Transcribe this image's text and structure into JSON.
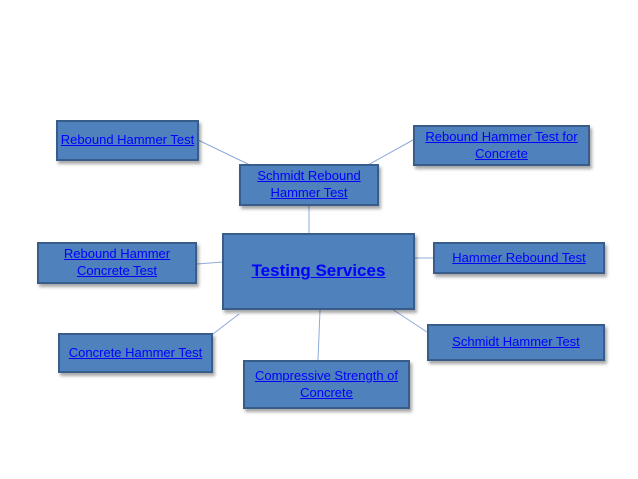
{
  "diagram": {
    "center": {
      "label": "Testing Services"
    },
    "nodes": [
      {
        "id": "rebound-hammer-test",
        "label": "Rebound Hammer Test"
      },
      {
        "id": "schmidt-rebound-hammer-test",
        "label": "Schmidt Rebound Hammer Test"
      },
      {
        "id": "rebound-hammer-test-for-concrete",
        "label": "Rebound Hammer Test for Concrete"
      },
      {
        "id": "rebound-hammer-concrete-test",
        "label": "Rebound Hammer Concrete Test"
      },
      {
        "id": "hammer-rebound-test",
        "label": "Hammer Rebound Test"
      },
      {
        "id": "concrete-hammer-test",
        "label": "Concrete Hammer Test"
      },
      {
        "id": "compressive-strength-of-concrete",
        "label": "Compressive Strength of Concrete"
      },
      {
        "id": "schmidt-hammer-test",
        "label": "Schmidt Hammer Test"
      }
    ],
    "colors": {
      "box_fill": "#4f81bd",
      "box_border": "#385d8a",
      "link_text": "#0000ff",
      "connector": "#8eaadb"
    }
  }
}
